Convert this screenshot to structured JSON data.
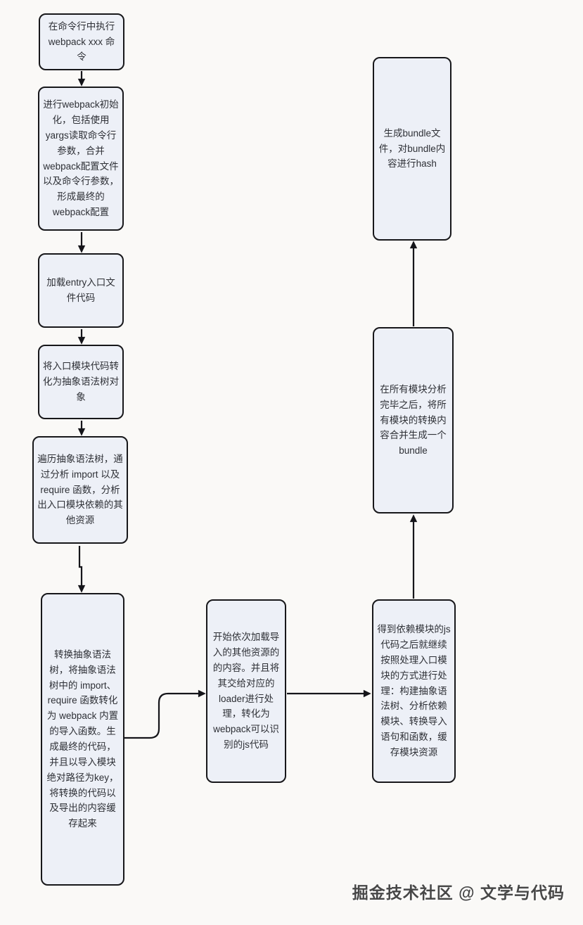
{
  "page": {
    "background_color": "#faf9f7",
    "node_fill_color": "#edf0f7",
    "node_border_color": "#17171a",
    "arrow_color": "#15151a",
    "text_color": "#2e3036"
  },
  "watermark": {
    "text": "掘金技术社区 @ 文学与代码",
    "color": "#474747"
  },
  "flowchart": {
    "nodes": [
      {
        "id": "run-command",
        "label": "在命令行中执行 webpack xxx 命令"
      },
      {
        "id": "init-webpack",
        "label": "进行webpack初始化，包括使用yargs读取命令行参数，合并webpack配置文件以及命令行参数，形成最终的webpack配置"
      },
      {
        "id": "load-entry",
        "label": "加载entry入口文件代码"
      },
      {
        "id": "entry-to-ast",
        "label": "将入口模块代码转化为抽象语法树对象"
      },
      {
        "id": "traverse-ast",
        "label": "遍历抽象语法树，通过分析 import 以及 require 函数，分析出入口模块依赖的其他资源"
      },
      {
        "id": "transform-ast",
        "label": "转换抽象语法树，将抽象语法树中的 import、 require 函数转化为 webpack 内置的导入函数。生成最终的代码，并且以导入模块绝对路径为key，将转换的代码以及导出的内容缓存起来"
      },
      {
        "id": "load-deps",
        "label": "开始依次加载导入的其他资源的的内容。并且将其交给对应的loader进行处理，转化为webpack可以识别的js代码"
      },
      {
        "id": "process-deps",
        "label": "得到依赖模块的js代码之后就继续按照处理入口模块的方式进行处理：构建抽象语法树、分析依赖模块、转换导入语句和函数，缓存模块资源"
      },
      {
        "id": "merge-bundle",
        "label": "在所有模块分析完毕之后，将所有模块的转换内容合并生成一个 bundle"
      },
      {
        "id": "emit-bundle",
        "label": "生成bundle文件，对bundle内容进行hash"
      }
    ]
  }
}
